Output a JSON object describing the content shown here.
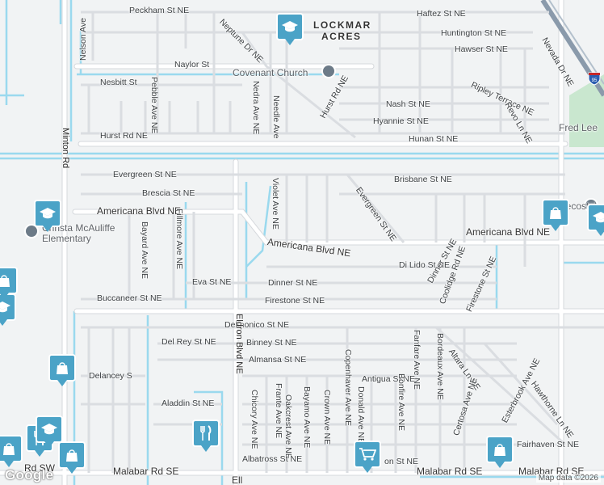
{
  "map": {
    "attribution": "Map data ©2026",
    "provider_logo": "Google",
    "colors": {
      "background": "#f1f3f4",
      "road": "#ffffff",
      "road_outline": "#d5d8dc",
      "water": "#9ad9ee",
      "park": "#c9e7cf",
      "pin": "#4ba3c7"
    },
    "place_labels": [
      {
        "text": "LOCKMAR"
      },
      {
        "text": "ACRES"
      }
    ],
    "poi_labels": [
      {
        "text": "Covenant Church"
      },
      {
        "text": "Fred Lee"
      },
      {
        "text": "Pentecostal"
      },
      {
        "text": "Christa McAuliffe"
      },
      {
        "text": "Elementary"
      }
    ],
    "highway_shield": "95",
    "street_labels": [
      "Peckham St NE",
      "Haftez St NE",
      "Huntington St NE",
      "Hawser St NE",
      "Nelson Ave",
      "Neptune Dr NE",
      "Pebble Ave NE",
      "Naylor St",
      "Nevada Dr NE",
      "Nesbitt St",
      "Nedra Ave NE",
      "Needle Ave",
      "Hurst Rd NE",
      "Ripley Terrace NE",
      "Nash St NE",
      "Revo Ln NE",
      "Hyannie St NE",
      "Hunan St NE",
      "Hurst Rd NE",
      "Minton Rd",
      "Evergreen St NE",
      "Brisbane St NE",
      "Brescia St NE",
      "Violet Ave NE",
      "Evergreen St NE",
      "Americana Blvd NE",
      "Americana Blvd NE",
      "Americana Blvd NE",
      "Bayard Ave NE",
      "Fillmore Ave NE",
      "Di Lido St NE",
      "Dinner St NE",
      "Coolidge Rd NE",
      "Firestone St NE",
      "Eva St NE",
      "Dinner St NE",
      "Buccaneer St NE",
      "Firestone St NE",
      "Delmonico St NE",
      "Eldron Blvd NE",
      "Del Rey St NE",
      "Binney St NE",
      "Almansa St NE",
      "Fanfare Ave NE",
      "Bordeaux Ave NE",
      "Copenhaver Ave NE",
      "Altara Ln NE",
      "Esterbrook Ave NE",
      "Hawthorne Ln NE",
      "Antigua St NE",
      "Delancey S",
      "Certosa Ave NE",
      "Aladdin St NE",
      "Frante Ave NE",
      "Bayamo Ave NE",
      "Crown Ave NE",
      "Donald Ave NE",
      "Bonfire Ave NE",
      "Oakcrest Ave NE",
      "Chicory Ave NE",
      "Fairhaven St NE",
      "Albatross St NE",
      "on St NE",
      "Malabar Rd SE",
      "Malabar Rd SE",
      "Malabar Rd SE",
      "Rd SW",
      "Ell"
    ],
    "markers": [
      {
        "icon": "school-icon"
      },
      {
        "icon": "school-icon"
      },
      {
        "icon": "school-icon"
      },
      {
        "icon": "school-icon"
      },
      {
        "icon": "shopping-bag-icon"
      },
      {
        "icon": "shopping-bag-icon"
      },
      {
        "icon": "shopping-bag-icon"
      },
      {
        "icon": "shopping-bag-icon"
      },
      {
        "icon": "shopping-bag-icon"
      },
      {
        "icon": "shopping-bag-icon"
      },
      {
        "icon": "restaurant-icon"
      },
      {
        "icon": "restaurant-icon"
      },
      {
        "icon": "grocery-cart-icon"
      }
    ]
  }
}
